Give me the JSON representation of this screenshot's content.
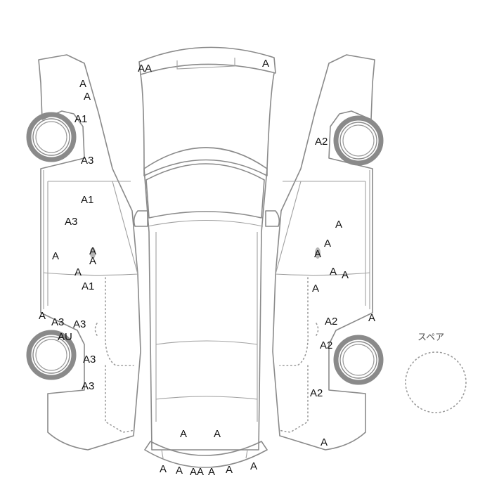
{
  "spare": {
    "label": "スペア"
  },
  "marks": [
    {
      "code": "AA"
    },
    {
      "code": "A"
    },
    {
      "code": "A"
    },
    {
      "code": "A"
    },
    {
      "code": "A1"
    },
    {
      "code": "A3"
    },
    {
      "code": "A1"
    },
    {
      "code": "A3"
    },
    {
      "code": "A"
    },
    {
      "code": "A"
    },
    {
      "code": "A"
    },
    {
      "code": "A"
    },
    {
      "code": "A1"
    },
    {
      "code": "A"
    },
    {
      "code": "A3"
    },
    {
      "code": "A3"
    },
    {
      "code": "AU"
    },
    {
      "code": "A3"
    },
    {
      "code": "A3"
    },
    {
      "code": "A2"
    },
    {
      "code": "A"
    },
    {
      "code": "A"
    },
    {
      "code": "A"
    },
    {
      "code": "A"
    },
    {
      "code": "A"
    },
    {
      "code": "A"
    },
    {
      "code": "A2"
    },
    {
      "code": "A"
    },
    {
      "code": "A2"
    },
    {
      "code": "A2"
    },
    {
      "code": "A"
    },
    {
      "code": "A"
    },
    {
      "code": "A"
    },
    {
      "code": "A"
    },
    {
      "code": "A"
    },
    {
      "code": "AA"
    },
    {
      "code": "A"
    },
    {
      "code": "A"
    },
    {
      "code": "A"
    }
  ]
}
